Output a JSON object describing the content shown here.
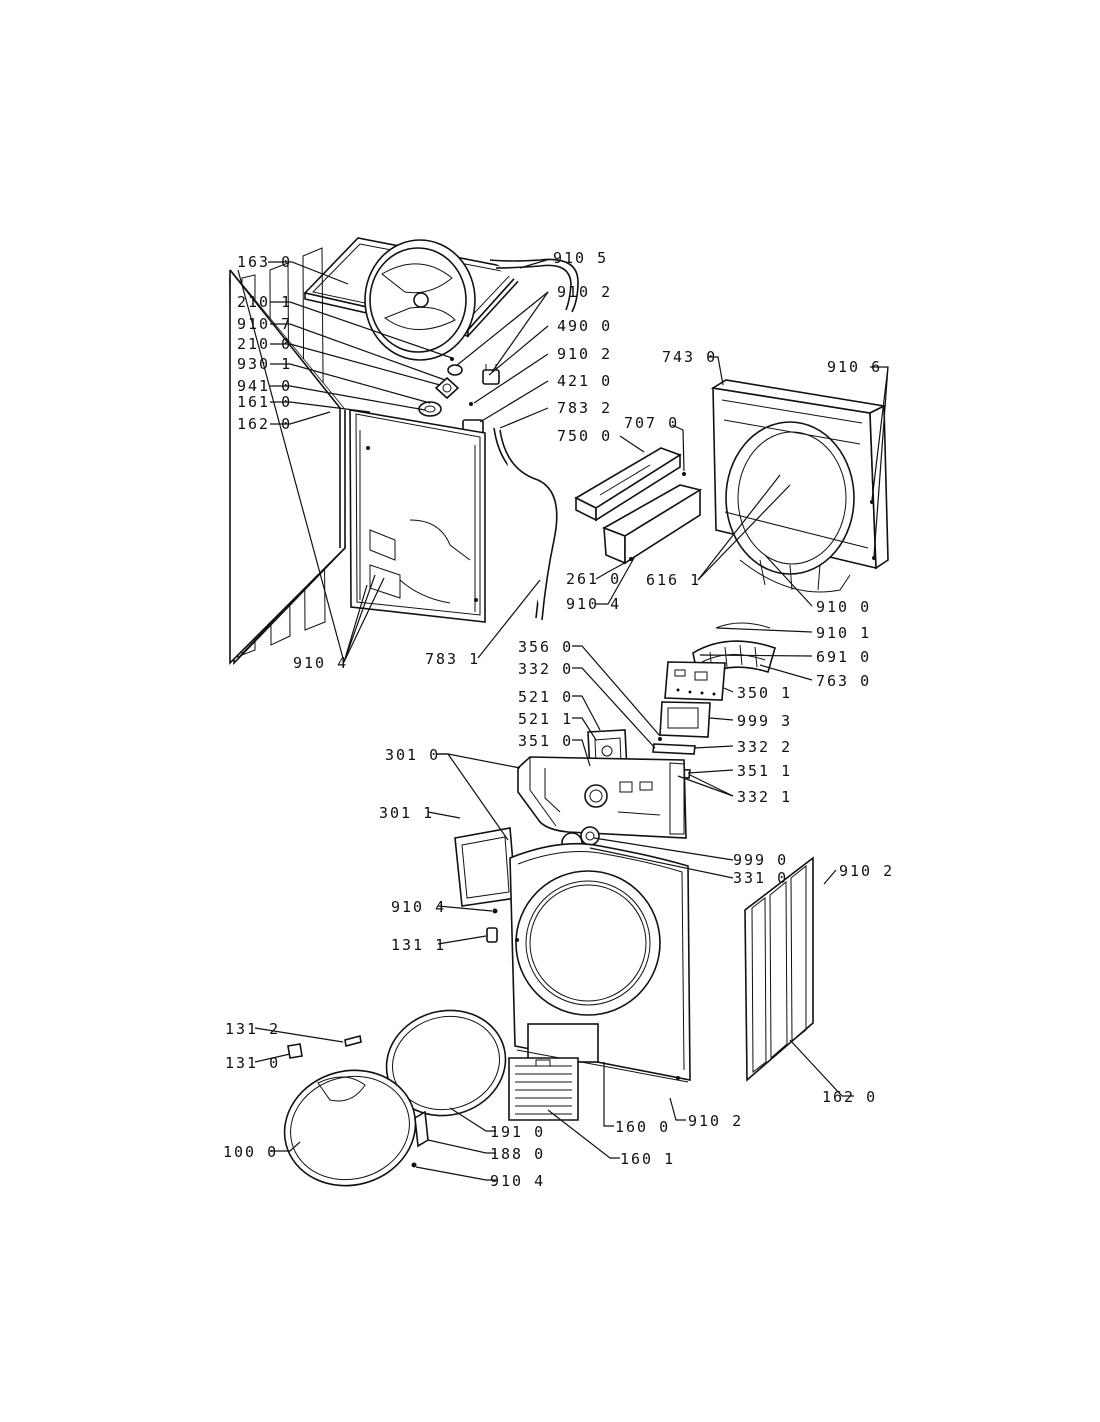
{
  "labels": {
    "l1630": "163 0",
    "l9105": "910 5",
    "l2101": "210 1",
    "l9102a": "910 2",
    "l9107": "910 7",
    "l4900": "490 0",
    "l2100": "210 0",
    "l9102b": "910 2",
    "l9301": "930 1",
    "l4210": "421 0",
    "l9410": "941 0",
    "l7832": "783 2",
    "l1610": "161 0",
    "l7070": "707 0",
    "l1620a": "162 0",
    "l7500": "750 0",
    "l7430": "743 0",
    "l9106": "910 6",
    "l2610": "261 0",
    "l9104a": "910 4",
    "l6161": "616 1",
    "l9100": "910 0",
    "l9101": "910 1",
    "l9104b": "910 4",
    "l7831": "783 1",
    "l6910": "691 0",
    "l7630": "763 0",
    "l3560": "356 0",
    "l3320": "332 0",
    "l3501": "350 1",
    "l5210": "521 0",
    "l5211": "521 1",
    "l9993": "999 3",
    "l3322": "332 2",
    "l3510": "351 0",
    "l3511": "351 1",
    "l3010": "301 0",
    "l3321": "332 1",
    "l3011": "301 1",
    "l9990": "999 0",
    "l3310": "331 0",
    "l9102c": "910 2",
    "l9104c": "910 4",
    "l1311": "131 1",
    "l1312": "131 2",
    "l1310": "131 0",
    "l1620b": "162 0",
    "l9102d": "910 2",
    "l1910": "191 0",
    "l1600": "160 0",
    "l1000": "100 0",
    "l1880": "188 0",
    "l1601": "160 1",
    "l9104d": "910 4"
  }
}
